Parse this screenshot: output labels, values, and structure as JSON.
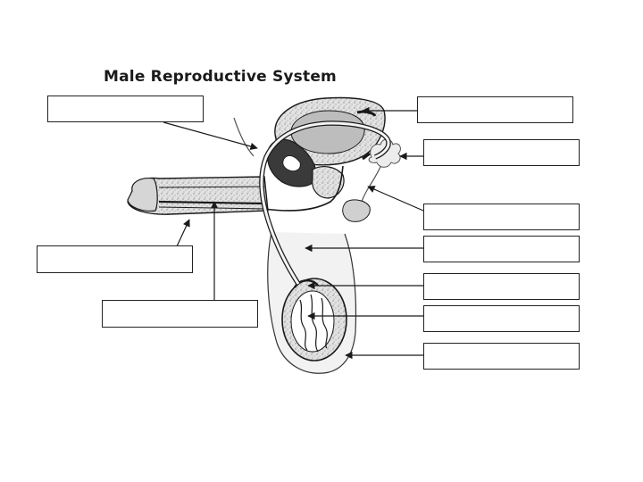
{
  "worksheet": {
    "title": "Male Reproductive System"
  },
  "label_boxes": [
    {
      "id": "box-upper-left",
      "text": ""
    },
    {
      "id": "box-top-right",
      "text": ""
    },
    {
      "id": "box-right-2",
      "text": ""
    },
    {
      "id": "box-right-3",
      "text": ""
    },
    {
      "id": "box-right-4",
      "text": ""
    },
    {
      "id": "box-right-5",
      "text": ""
    },
    {
      "id": "box-right-6",
      "text": ""
    },
    {
      "id": "box-right-7",
      "text": ""
    },
    {
      "id": "box-left-middle",
      "text": ""
    },
    {
      "id": "box-left-lower",
      "text": ""
    }
  ],
  "colors": {
    "outline": "#1a1a1a",
    "tissue_fill": "#e6e6e6",
    "dark_tissue": "#3a3a3a",
    "background": "#ffffff"
  }
}
